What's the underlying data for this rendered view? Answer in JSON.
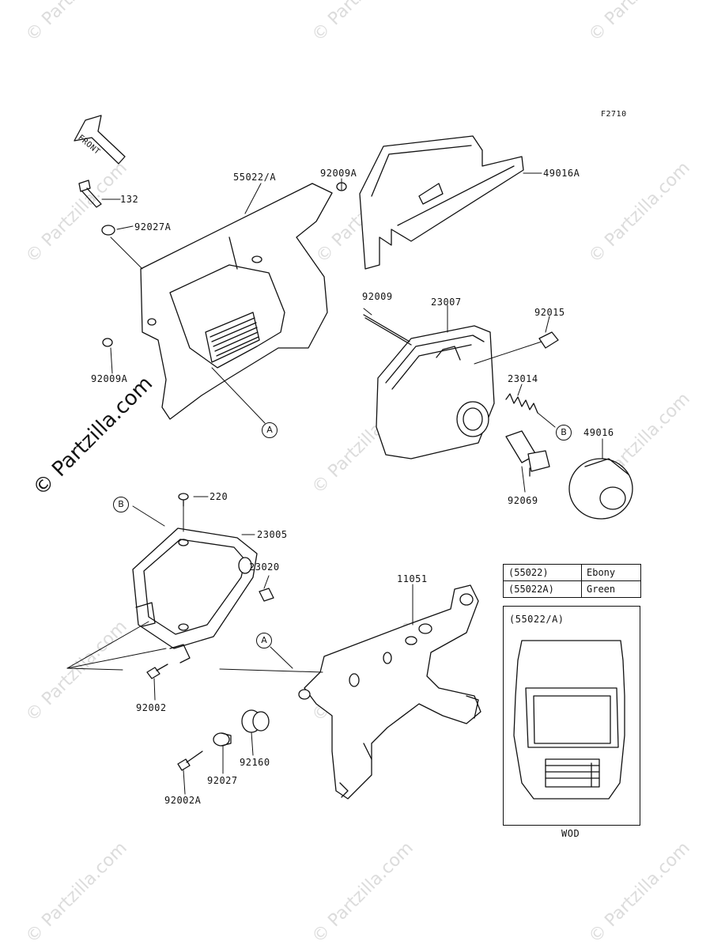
{
  "figure_code": "F2710",
  "front_label": "FRONT",
  "watermark": "© Partzilla.com",
  "part_labels": {
    "p132": "132",
    "p92027A": "92027A",
    "p55022A": "55022/A",
    "p92009A_top": "92009A",
    "p92009A_left": "92009A",
    "p49016A": "49016A",
    "p92009": "92009",
    "p23007": "23007",
    "p92015": "92015",
    "p23014": "23014",
    "p49016": "49016",
    "p92069": "92069",
    "p220": "220",
    "p23005": "23005",
    "p23020": "23020",
    "p11051": "11051",
    "p92002": "92002",
    "p92160": "92160",
    "p92027": "92027",
    "p92002A": "92002A"
  },
  "callouts": {
    "a1": "A",
    "a2": "A",
    "b1": "B",
    "b2": "B"
  },
  "color_table": {
    "rows": [
      {
        "code": "(55022)",
        "color": "Ebony"
      },
      {
        "code": "(55022A)",
        "color": "Green"
      }
    ]
  },
  "inset": {
    "title": "(55022/A)",
    "caption": "WOD"
  }
}
